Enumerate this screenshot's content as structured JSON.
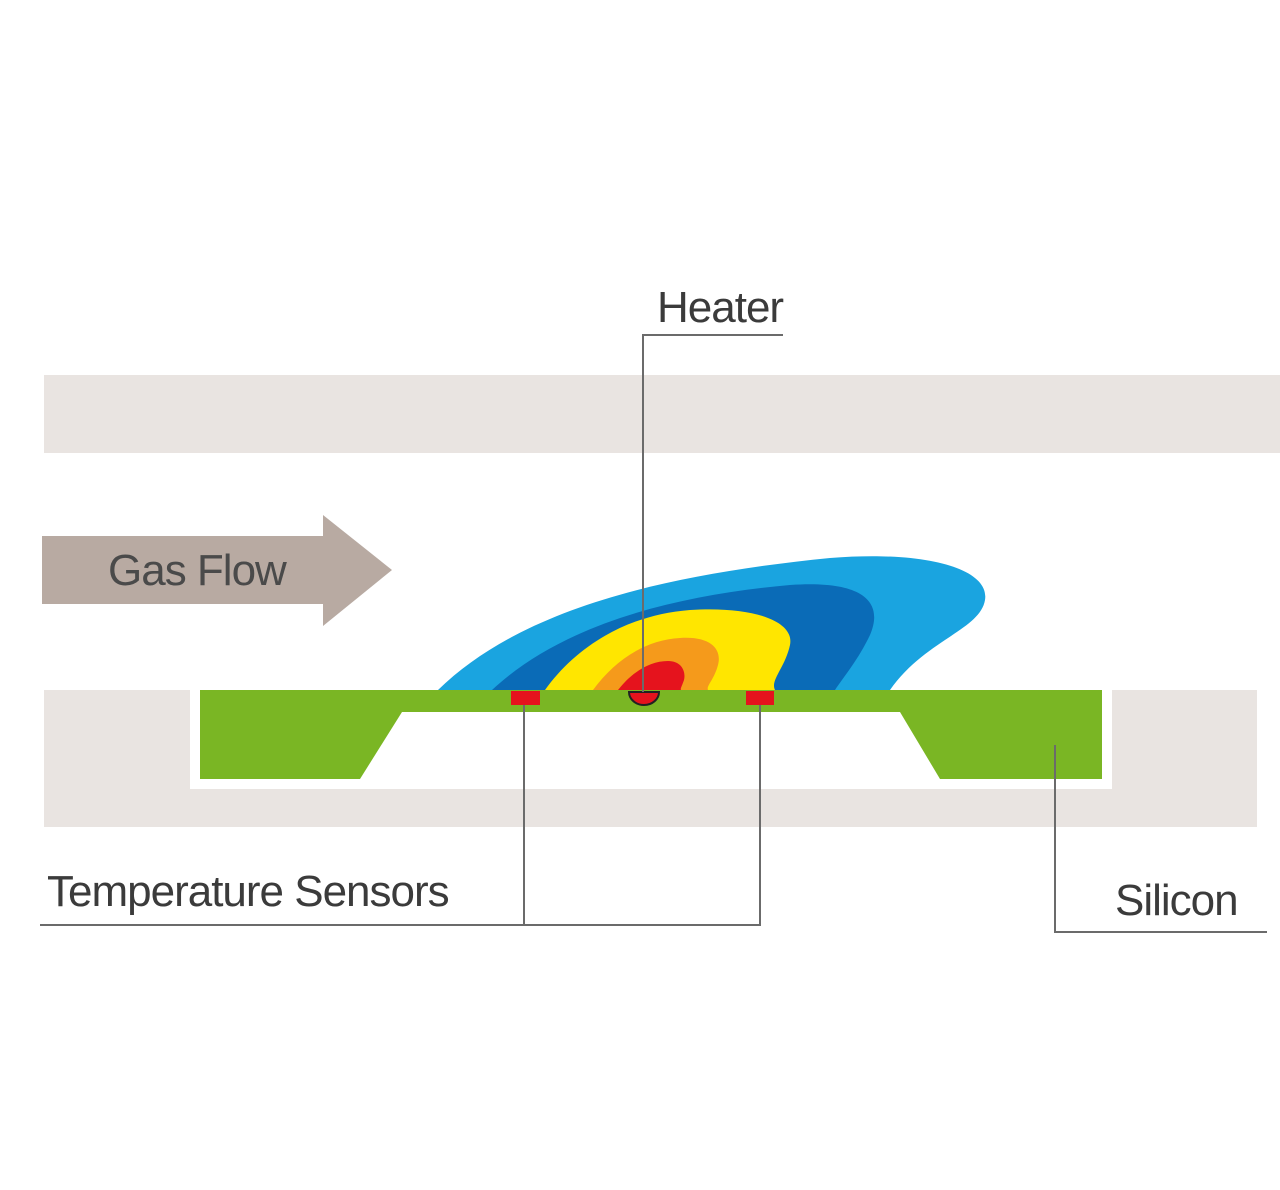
{
  "labels": {
    "heater": "Heater",
    "gas_flow": "Gas Flow",
    "temperature_sensors": "Temperature Sensors",
    "silicon": "Silicon"
  },
  "colors": {
    "background": "#ffffff",
    "channel_wall": "#e9e4e1",
    "arrow": "#b8aaa2",
    "silicon": "#7ab624",
    "heat_outer": "#1aa4e0",
    "heat_mid": "#0a6bb7",
    "heat_yellow": "#ffe600",
    "heat_orange": "#f59a1b",
    "heat_red": "#e5131d",
    "sensor": "#e5131d",
    "leader_line": "#6b6b6b",
    "text": "#3b3b3b",
    "arrow_text": "#4a4a4a"
  }
}
